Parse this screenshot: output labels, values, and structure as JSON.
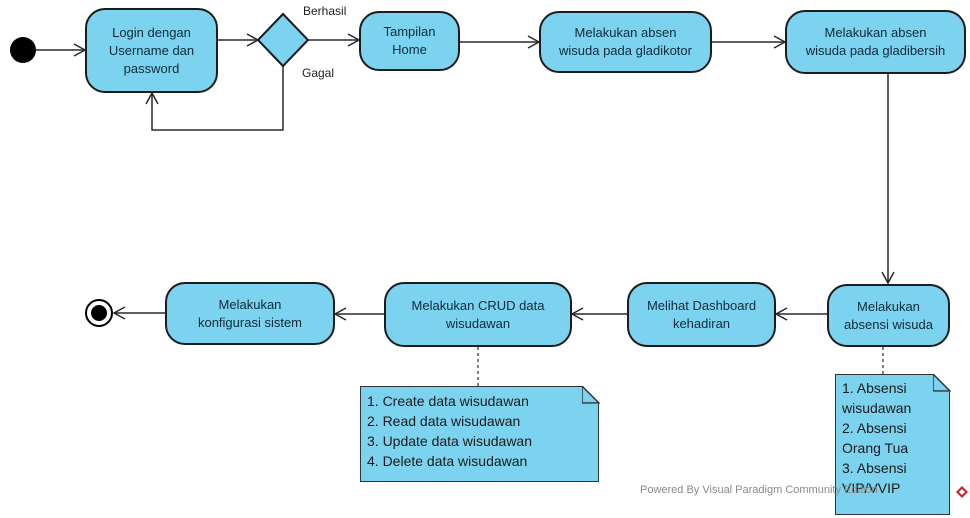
{
  "diagram": {
    "nodes": {
      "login": "Login dengan\nUsername dan\npassword",
      "home": "Tampilan\nHome",
      "gladikotor": "Melakukan absen\nwisuda pada gladikotor",
      "gladibersih": "Melakukan absen\nwisuda pada gladibersih",
      "absensi": "Melakukan\nabsensi wisuda",
      "dashboard": "Melihat Dashboard\nkehadiran",
      "crud": "Melakukan CRUD data\nwisudawan",
      "konfigurasi": "Melakukan\nkonfigurasi sistem"
    },
    "guards": {
      "success": "Berhasil",
      "fail": "Gagal"
    },
    "notes": {
      "crud": [
        "1. Create data wisudawan",
        "2. Read data wisudawan",
        "3. Update data wisudawan",
        "4. Delete data wisudawan"
      ],
      "absensi": [
        "1. Absensi",
        "wisudawan",
        "2. Absensi",
        "Orang Tua",
        "3. Absensi",
        "VIP/VVIP"
      ]
    },
    "footer": "Powered By  Visual Paradigm Community Edition"
  },
  "colors": {
    "action_fill": "#7cd3ef",
    "stroke": "#1c1c1c"
  }
}
